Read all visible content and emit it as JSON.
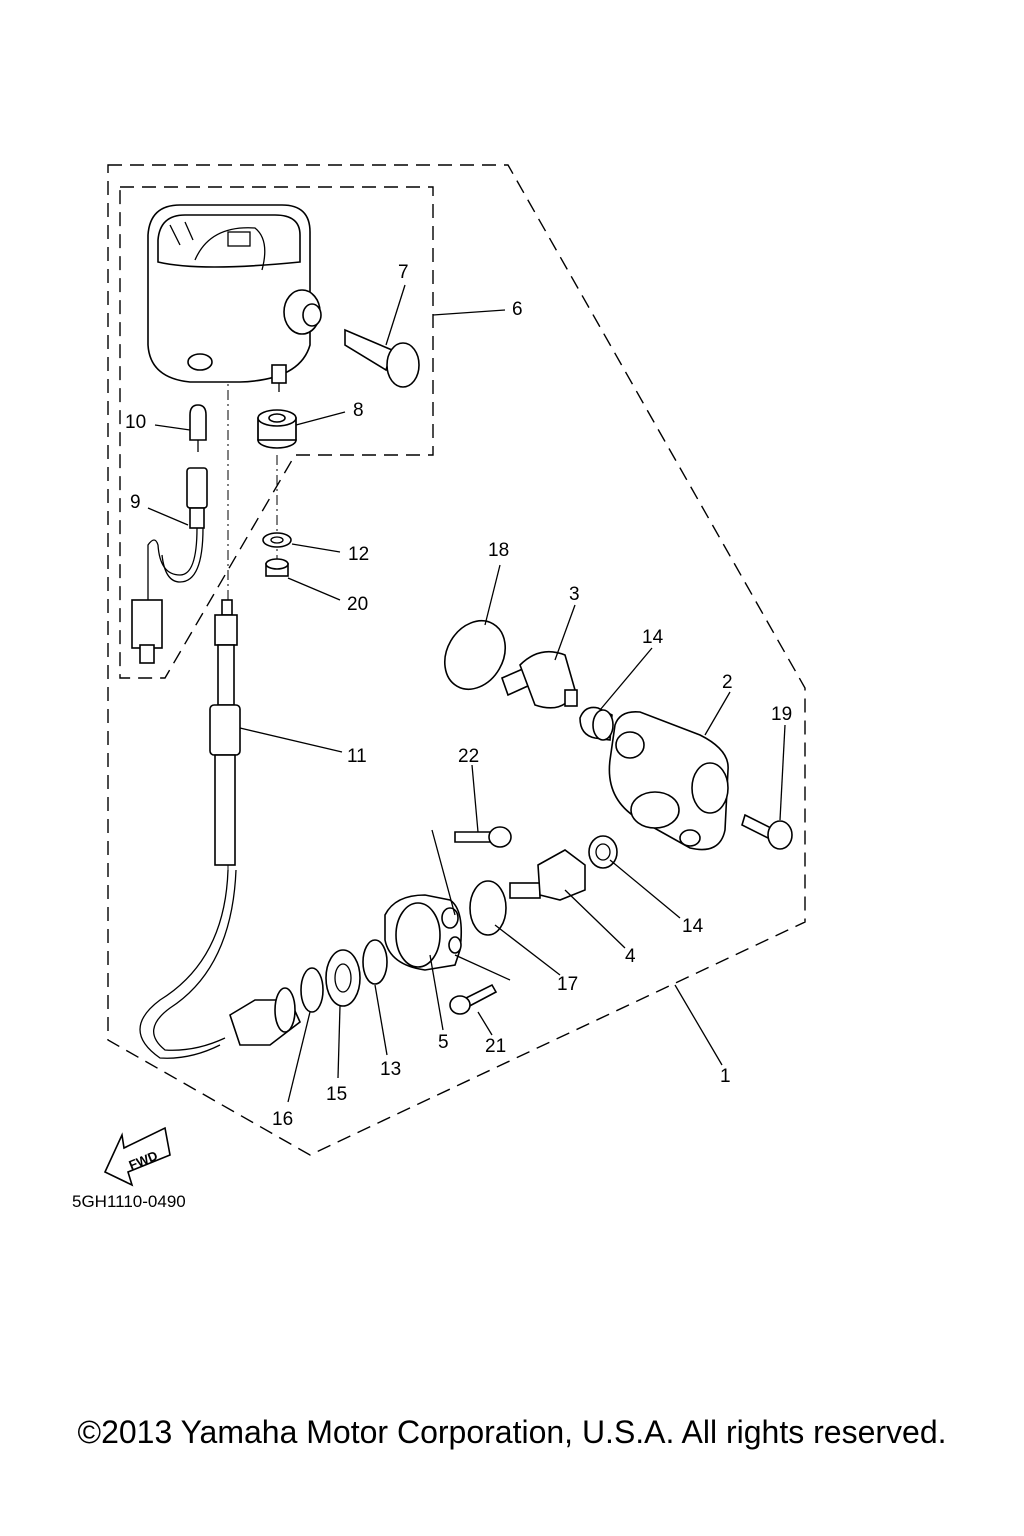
{
  "diagram": {
    "part_numbers": [
      "1",
      "2",
      "3",
      "4",
      "5",
      "6",
      "7",
      "8",
      "9",
      "10",
      "11",
      "12",
      "13",
      "14",
      "14",
      "15",
      "16",
      "17",
      "18",
      "19",
      "20",
      "21",
      "22"
    ],
    "direction_label": "FWD",
    "drawing_code": "5GH1110-0490"
  },
  "footer": {
    "copyright": "©2013 Yamaha Motor Corporation, U.S.A. All rights reserved."
  }
}
